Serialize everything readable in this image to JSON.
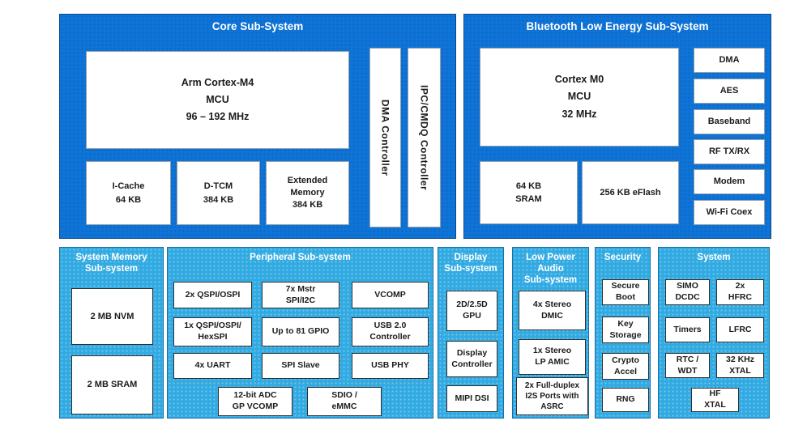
{
  "colors": {
    "top_section_blue": "#0f74d8",
    "bottom_section_blue": "#31aae2",
    "box_background": "#ffffff",
    "box_text": "#1b1b1b",
    "title_text": "#ffffff"
  },
  "core": {
    "title": "Core Sub-System",
    "mcu": "Arm Cortex-M4\nMCU\n96 – 192 MHz",
    "icache": "I-Cache\n64 KB",
    "dtcm": "D-TCM\n384 KB",
    "extended_memory": "Extended\nMemory\n384 KB",
    "dma_controller": "DMA Controller",
    "ipc_controller": "IPC/CMDQ Controller"
  },
  "ble": {
    "title": "Bluetooth Low Energy Sub-System",
    "mcu": "Cortex M0\nMCU\n32 MHz",
    "sram": "64 KB\nSRAM",
    "eflash": "256 KB eFlash",
    "column": [
      "DMA",
      "AES",
      "Baseband",
      "RF TX/RX",
      "Modem",
      "Wi-Fi Coex"
    ]
  },
  "memory": {
    "title": "System Memory\nSub-system",
    "nvm": "2 MB NVM",
    "sram": "2 MB SRAM"
  },
  "peripheral": {
    "title": "Peripheral Sub-system",
    "qspi2x": "2x QSPI/OSPI",
    "mstr_spi": "7x Mstr\nSPI/I2C",
    "vcomp": "VCOMP",
    "qspi1x": "1x QSPI/OSPI/\nHexSPI",
    "gpio": "Up to 81 GPIO",
    "usb_controller": "USB 2.0\nController",
    "uart": "4x UART",
    "spi_slave": "SPI Slave",
    "usb_phy": "USB PHY",
    "adc": "12-bit ADC\nGP VCOMP",
    "sdio": "SDIO /\neMMC"
  },
  "display": {
    "title": "Display\nSub-system",
    "gpu": "2D/2.5D\nGPU",
    "controller": "Display\nController",
    "mipi": "MIPI DSI"
  },
  "audio": {
    "title": "Low Power\nAudio\nSub-system",
    "dmic": "4x Stereo\nDMIC",
    "amic": "1x Stereo\nLP AMIC",
    "i2s": "2x Full-duplex\nI2S Ports with\nASRC"
  },
  "security": {
    "title": "Security",
    "secure_boot": "Secure\nBoot",
    "key_storage": "Key\nStorage",
    "crypto_accel": "Crypto\nAccel",
    "rng": "RNG"
  },
  "system": {
    "title": "System",
    "simo_dcdc": "SIMO\nDCDC",
    "hfrc": "2x\nHFRC",
    "timers": "Timers",
    "lfrc": "LFRC",
    "rtc_wdt": "RTC /\nWDT",
    "xtal_32khz": "32 KHz\nXTAL",
    "hf_xtal": "HF\nXTAL"
  }
}
